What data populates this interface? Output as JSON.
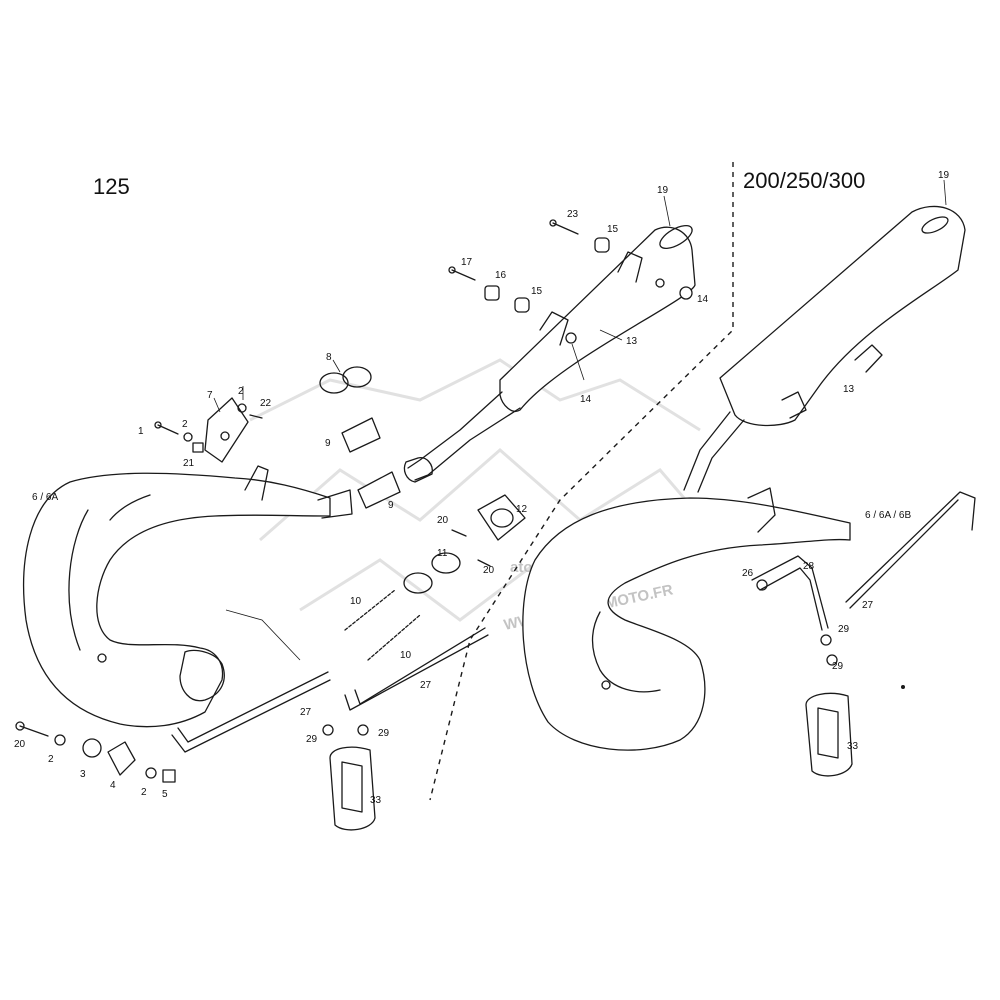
{
  "headings": {
    "left": "125",
    "right": "200/250/300"
  },
  "watermark": {
    "brand": "atomic",
    "sub": "moto",
    "url": "WWW.ATOMICMOTO.FR"
  },
  "callouts": {
    "c1": "1",
    "c2a": "2",
    "c2b": "2",
    "c2c": "2",
    "c3": "3",
    "c4": "4",
    "c5": "5",
    "c6left": "6 / 6A",
    "c6right": "6 / 6A / 6B",
    "c7": "7",
    "c8": "8",
    "c9a": "9",
    "c9b": "9",
    "c10a": "10",
    "c10b": "10",
    "c11": "11",
    "c12": "12",
    "c13a": "13",
    "c13b": "13",
    "c14a": "14",
    "c14b": "14",
    "c15a": "15",
    "c15b": "15",
    "c16": "16",
    "c17": "17",
    "c19a": "19",
    "c19b": "19",
    "c20a": "20",
    "c20b": "20",
    "c20c": "20",
    "c21": "21",
    "c22": "22",
    "c23": "23",
    "c26": "26",
    "c27a": "27",
    "c27b": "27",
    "c27c": "27",
    "c28": "28",
    "c29a": "29",
    "c29b": "29",
    "c29c": "29",
    "c29d": "29",
    "c33a": "33",
    "c33b": "33"
  },
  "colors": {
    "line": "#1a1a1a",
    "watermark": "#c9c9c9",
    "background": "#ffffff"
  }
}
